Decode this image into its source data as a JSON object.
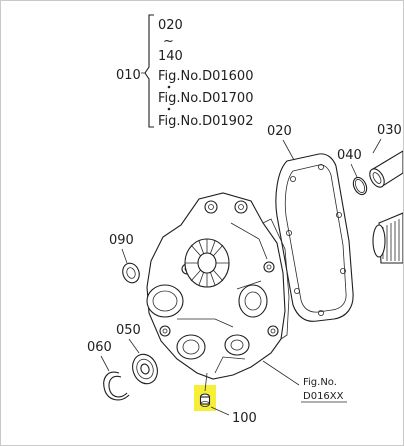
{
  "callouts": {
    "range_start": "020",
    "range_tilde": "~",
    "range_end": "140",
    "main_ref": "010",
    "fig_refs": [
      "Fig.No.D01600",
      "Fig.No.D01700",
      "Fig.No.D01902"
    ],
    "gasket": "020",
    "shaft": "030",
    "oring": "040",
    "seal": "090",
    "bearing": "050",
    "snap_ring": "060",
    "plug": "100",
    "fig_no_label": "Fig.No.",
    "fig_no_value": "D016XX"
  },
  "colors": {
    "highlight": "#f5ef3a",
    "line": "#1f1f1f",
    "frame": "#c9c9c9"
  }
}
